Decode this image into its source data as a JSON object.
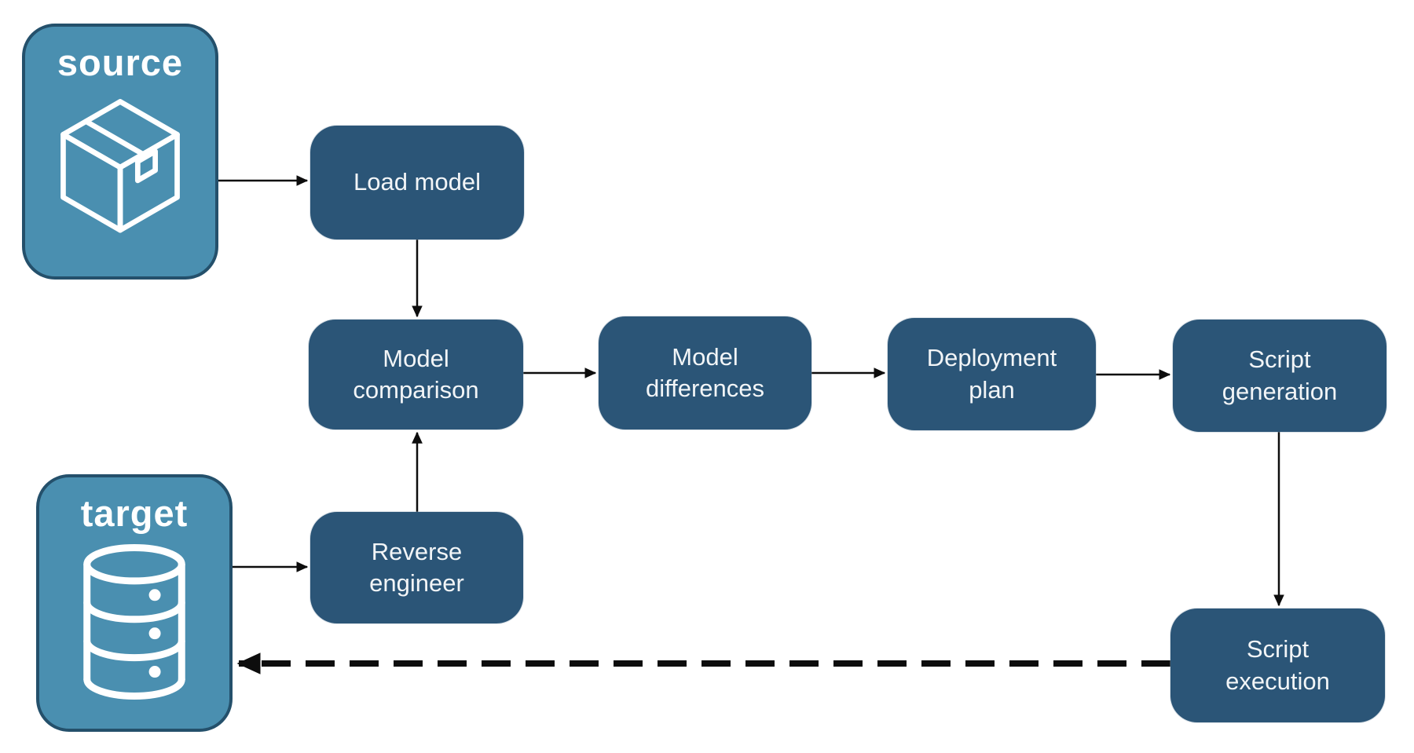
{
  "diagram": {
    "stores": {
      "source": {
        "label": "source",
        "icon": "package-icon"
      },
      "target": {
        "label": "target",
        "icon": "database-icon"
      }
    },
    "nodes": {
      "load_model": {
        "label": "Load model"
      },
      "model_comparison": {
        "label": "Model\ncomparison"
      },
      "model_differences": {
        "label": "Model\ndifferences"
      },
      "deployment_plan": {
        "label": "Deployment\nplan"
      },
      "script_generation": {
        "label": "Script\ngeneration"
      },
      "reverse_engineer": {
        "label": "Reverse\nengineer"
      },
      "script_execution": {
        "label": "Script\nexecution"
      }
    },
    "edges": [
      {
        "from": "source",
        "to": "load_model",
        "style": "solid"
      },
      {
        "from": "load_model",
        "to": "model_comparison",
        "style": "solid"
      },
      {
        "from": "model_comparison",
        "to": "model_differences",
        "style": "solid"
      },
      {
        "from": "model_differences",
        "to": "deployment_plan",
        "style": "solid"
      },
      {
        "from": "deployment_plan",
        "to": "script_generation",
        "style": "solid"
      },
      {
        "from": "script_generation",
        "to": "script_execution",
        "style": "solid"
      },
      {
        "from": "target",
        "to": "reverse_engineer",
        "style": "solid"
      },
      {
        "from": "reverse_engineer",
        "to": "model_comparison",
        "style": "solid"
      },
      {
        "from": "script_execution",
        "to": "target",
        "style": "dashed"
      }
    ],
    "colors": {
      "store_fill": "#4a8fb0",
      "store_border": "#24506b",
      "node_fill": "#2b5577",
      "node_text": "#f2f5f7",
      "store_text": "#ffffff",
      "arrow": "#0d0d0d",
      "background": "#ffffff"
    }
  }
}
